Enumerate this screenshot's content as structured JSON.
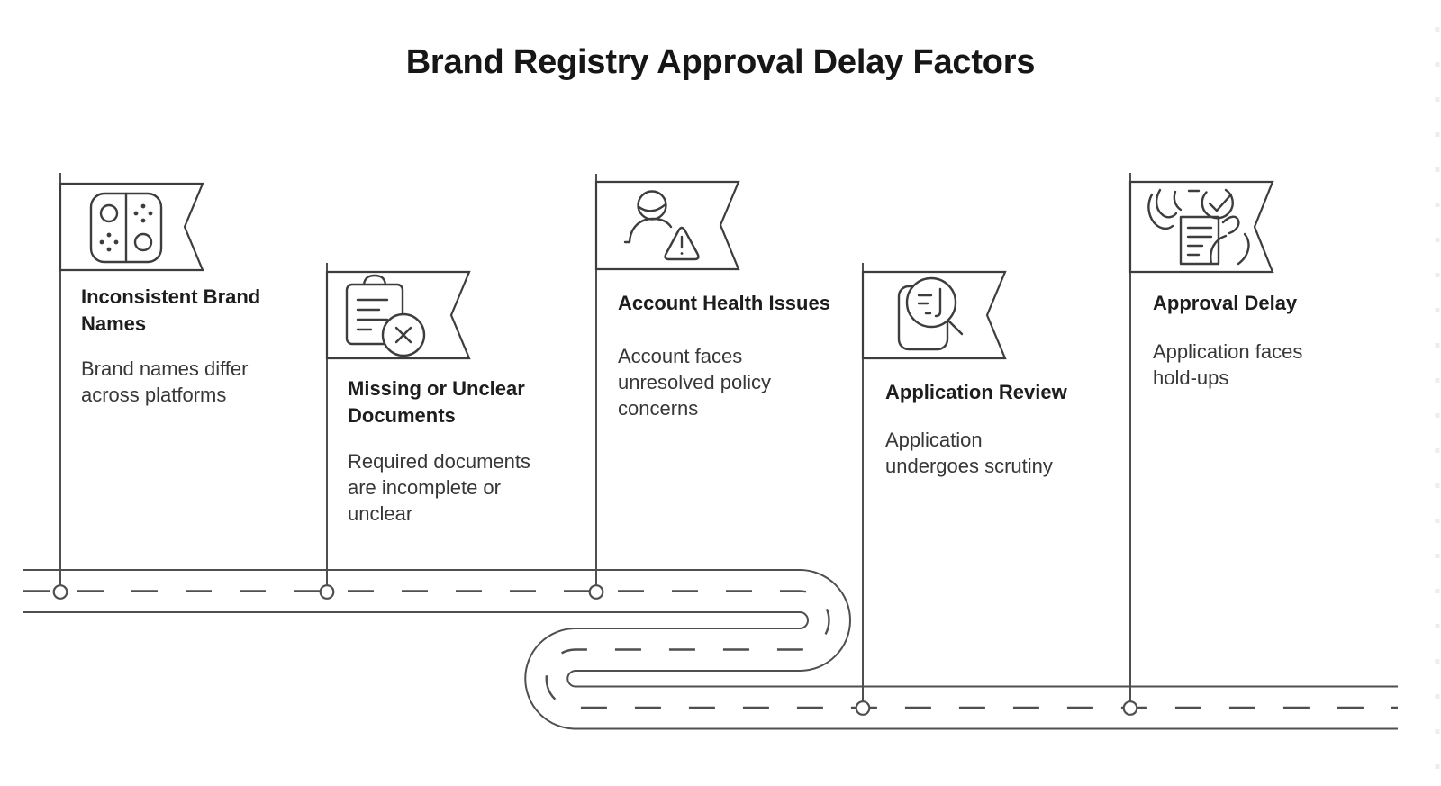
{
  "page": {
    "title": "Brand Registry Approval Delay Factors",
    "background": "#ffffff"
  },
  "colors": {
    "title_text": "#161616",
    "milestone_title_text": "#1d1d1d",
    "milestone_desc_text": "#373737",
    "road_stroke": "#4f4f4f",
    "flag_stroke": "#3d3d3d",
    "edge_marks": "#ededed"
  },
  "road": {
    "shape": "serpentine-s-curve",
    "lanes": 3,
    "node_count": 5
  },
  "milestones": [
    {
      "title": "Inconsistent Brand Names",
      "description": "Brand names differ across platforms",
      "icon": "switch-controllers-icon"
    },
    {
      "title": "Missing or Unclear Documents",
      "description": "Required documents are incomplete or unclear",
      "icon": "clipboard-x-icon"
    },
    {
      "title": "Account Health Issues",
      "description": "Account faces unresolved policy concerns",
      "icon": "user-warning-icon"
    },
    {
      "title": "Application Review",
      "description": "Application undergoes scrutiny",
      "icon": "document-magnifier-icon"
    },
    {
      "title": "Approval Delay",
      "description": "Application faces hold-ups",
      "icon": "hands-document-check-icon"
    }
  ]
}
